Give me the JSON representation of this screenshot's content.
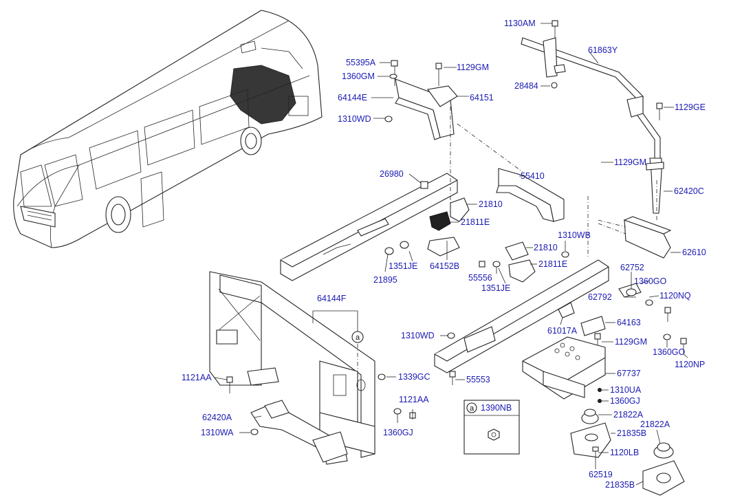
{
  "labels": {
    "l1130AM": "1130AM",
    "l61863Y": "61863Y",
    "l55395A": "55395A",
    "l1129GM_a": "1129GM",
    "l1360GM": "1360GM",
    "l28484": "28484",
    "l64144E": "64144E",
    "l64151": "64151",
    "l1129GE": "1129GE",
    "l1310WD_a": "1310WD",
    "l1129GM_b": "1129GM",
    "l26980": "26980",
    "l55410": "55410",
    "l62420C": "62420C",
    "l21810_a": "21810",
    "l21811E_a": "21811E",
    "l62610": "62610",
    "l1310WB": "1310WB",
    "l21810_b": "21810",
    "l1351JE_a": "1351JE",
    "l64152B": "64152B",
    "l21811E_b": "21811E",
    "l62752": "62752",
    "l21895": "21895",
    "l55556": "55556",
    "l1360GO_a": "1360GO",
    "l1351JE_b": "1351JE",
    "l64144F": "64144F",
    "l62792": "62792",
    "l1120NQ": "1120NQ",
    "l64163": "64163",
    "l61017A": "61017A",
    "l1310WD_b": "1310WD",
    "l1129GM_c": "1129GM",
    "l1360GO_b": "1360GO",
    "l1120NP": "1120NP",
    "l1121AA_a": "1121AA",
    "l1339GC": "1339GC",
    "l55553": "55553",
    "l67737": "67737",
    "l1310UA": "1310UA",
    "l1121AA_b": "1121AA",
    "l1360GJ_a": "1360GJ",
    "l62420A": "62420A",
    "l21822A_a": "21822A",
    "l1390NB": "1390NB",
    "l21822A_b": "21822A",
    "l1310WA": "1310WA",
    "l1360GJ_b": "1360GJ",
    "l21835B_a": "21835B",
    "l1120LB": "1120LB",
    "l62519": "62519",
    "l21835B_b": "21835B"
  },
  "callout": {
    "a_main": "a",
    "a_box": "a"
  },
  "colors": {
    "label": "#1a1ab4",
    "line": "#222222"
  }
}
